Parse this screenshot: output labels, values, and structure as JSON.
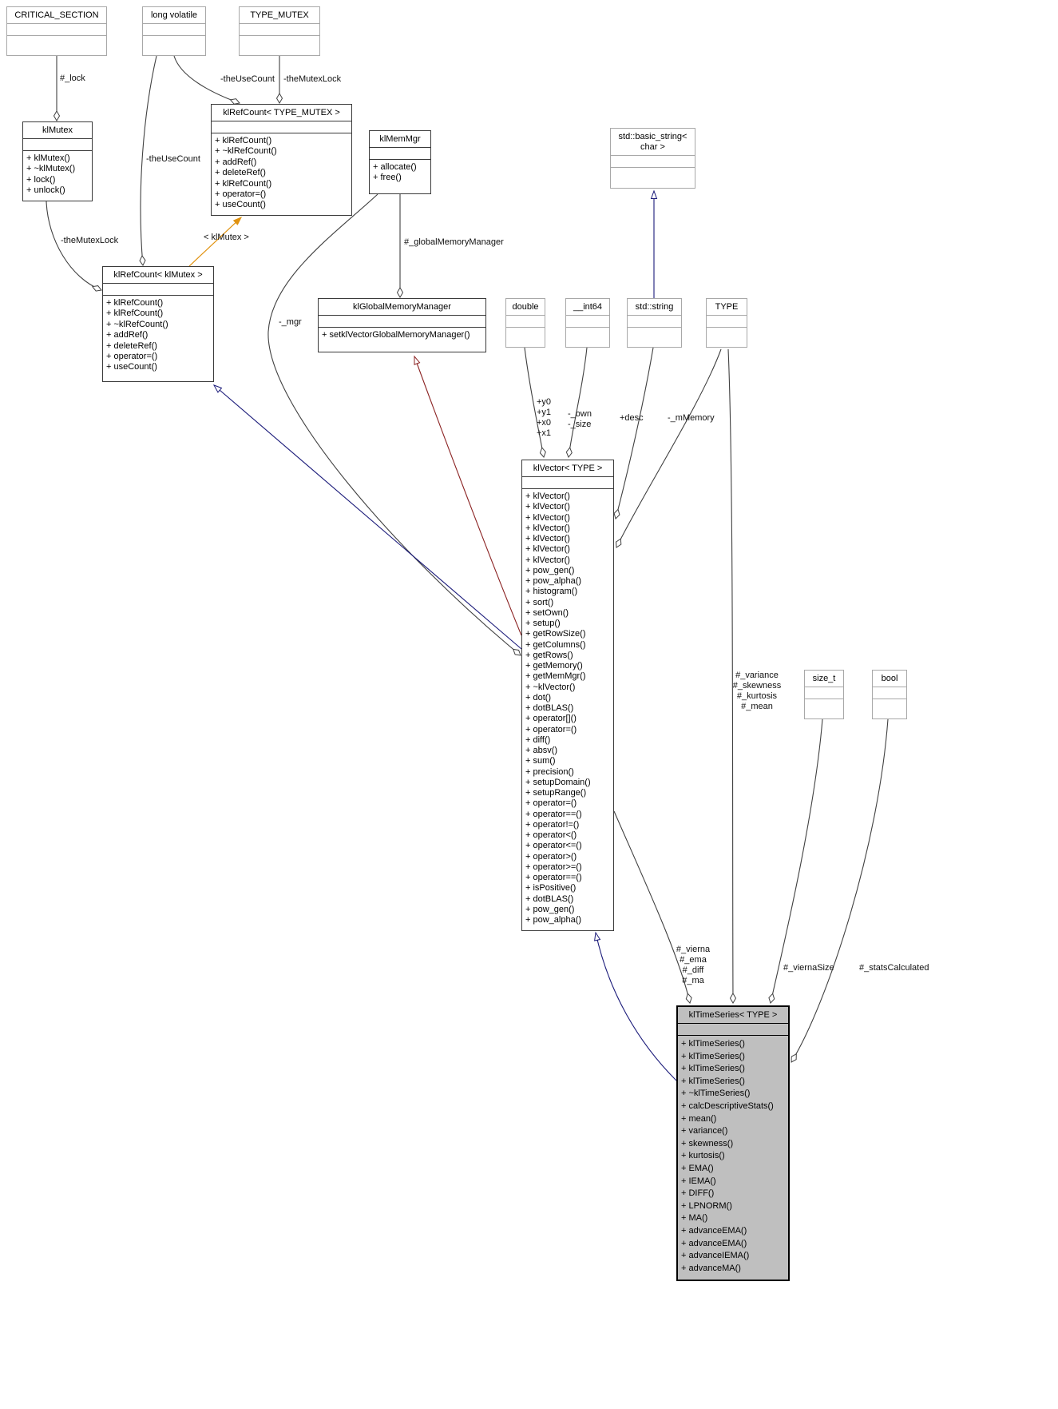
{
  "colors": {
    "edge": "#404040",
    "inheritance": "#1b1b7a",
    "template_instance": "#e0920f",
    "usage": "#8b2323",
    "highlight_fill": "#bfbfbf",
    "box_border": "#3a3a3a",
    "external_border": "#a8a8a8"
  },
  "classes": {
    "critical_section": {
      "title": "CRITICAL_SECTION",
      "methods": []
    },
    "long_volatile": {
      "title": "long volatile",
      "methods": []
    },
    "type_mutex": {
      "title": "TYPE_MUTEX",
      "methods": []
    },
    "kl_mutex": {
      "title": "klMutex",
      "methods": [
        "+ klMutex()",
        "+ ~klMutex()",
        "+ lock()",
        "+ unlock()"
      ]
    },
    "kl_ref_count_type_mutex": {
      "title": "klRefCount< TYPE_MUTEX >",
      "methods": [
        "+ klRefCount()",
        "+ ~klRefCount()",
        "+ addRef()",
        "+ deleteRef()",
        "+ klRefCount()",
        "+ operator=()",
        "+ useCount()"
      ]
    },
    "kl_mem_mgr": {
      "title": "klMemMgr",
      "methods": [
        "+ allocate()",
        "+ free()"
      ]
    },
    "std_basic_string": {
      "title": "std::basic_string<\nchar >",
      "methods": []
    },
    "kl_ref_count_kl_mutex": {
      "title": "klRefCount< klMutex >",
      "methods": [
        "+ klRefCount()",
        "+ klRefCount()",
        "+ ~klRefCount()",
        "+ addRef()",
        "+ deleteRef()",
        "+ operator=()",
        "+ useCount()"
      ]
    },
    "kl_global_memory_manager": {
      "title": "klGlobalMemoryManager",
      "methods": [
        "+ setklVectorGlobalMemoryManager()"
      ]
    },
    "double_type": {
      "title": "double",
      "methods": []
    },
    "int64_type": {
      "title": "__int64",
      "methods": []
    },
    "std_string": {
      "title": "std::string",
      "methods": []
    },
    "type_param": {
      "title": "TYPE",
      "methods": []
    },
    "kl_vector": {
      "title": "klVector< TYPE >",
      "methods": [
        "+ klVector()",
        "+ klVector()",
        "+ klVector()",
        "+ klVector()",
        "+ klVector()",
        "+ klVector()",
        "+ klVector()",
        "+ pow_gen()",
        "+ pow_alpha()",
        "+ histogram()",
        "+ sort()",
        "+ setOwn()",
        "+ setup()",
        "+ getRowSize()",
        "+ getColumns()",
        "+ getRows()",
        "+ getMemory()",
        "+ getMemMgr()",
        "+ ~klVector()",
        "+ dot()",
        "+ dotBLAS()",
        "+ operator[]()",
        "+ operator=()",
        "+ diff()",
        "+ absv()",
        "+ sum()",
        "+ precision()",
        "+ setupDomain()",
        "+ setupRange()",
        "+ operator=()",
        "+ operator==()",
        "+ operator!=()",
        "+ operator<()",
        "+ operator<=()",
        "+ operator>()",
        "+ operator>=()",
        "+ operator==()",
        "+ isPositive()",
        "+ dotBLAS()",
        "+ pow_gen()",
        "+ pow_alpha()"
      ]
    },
    "size_t_type": {
      "title": "size_t",
      "methods": []
    },
    "bool_type": {
      "title": "bool",
      "methods": []
    },
    "kl_time_series": {
      "title": "klTimeSeries< TYPE >",
      "methods": [
        "+ klTimeSeries()",
        "+ klTimeSeries()",
        "+ klTimeSeries()",
        "+ klTimeSeries()",
        "+ ~klTimeSeries()",
        "+ calcDescriptiveStats()",
        "+ mean()",
        "+ variance()",
        "+ skewness()",
        "+ kurtosis()",
        "+ EMA()",
        "+ IEMA()",
        "+ DIFF()",
        "+ LPNORM()",
        "+ MA()",
        "+ advanceEMA()",
        "+ advanceEMA()",
        "+ advanceIEMA()",
        "+ advanceMA()"
      ]
    }
  },
  "edge_labels": {
    "lock": "#_lock",
    "the_use_count_1": "-theUseCount",
    "the_mutex_lock_1": "-theMutexLock",
    "the_use_count_2": "-theUseCount",
    "the_mutex_lock_2": "-theMutexLock",
    "template_kl_mutex": "< klMutex >",
    "global_memory_manager": "#_globalMemoryManager",
    "mgr": "-_mgr",
    "vector_xy": "+y0\n+y1\n+x0\n+x1",
    "own_size": "-_own\n-_size",
    "desc": "+desc",
    "m_memory": "-_mMemory",
    "stats_fields": "#_variance\n#_skewness\n#_kurtosis\n#_mean",
    "series_fields": "#_vierna\n#_ema\n#_diff\n#_ma",
    "vierna_size": "#_viernaSize",
    "stats_calculated": "#_statsCalculated"
  }
}
